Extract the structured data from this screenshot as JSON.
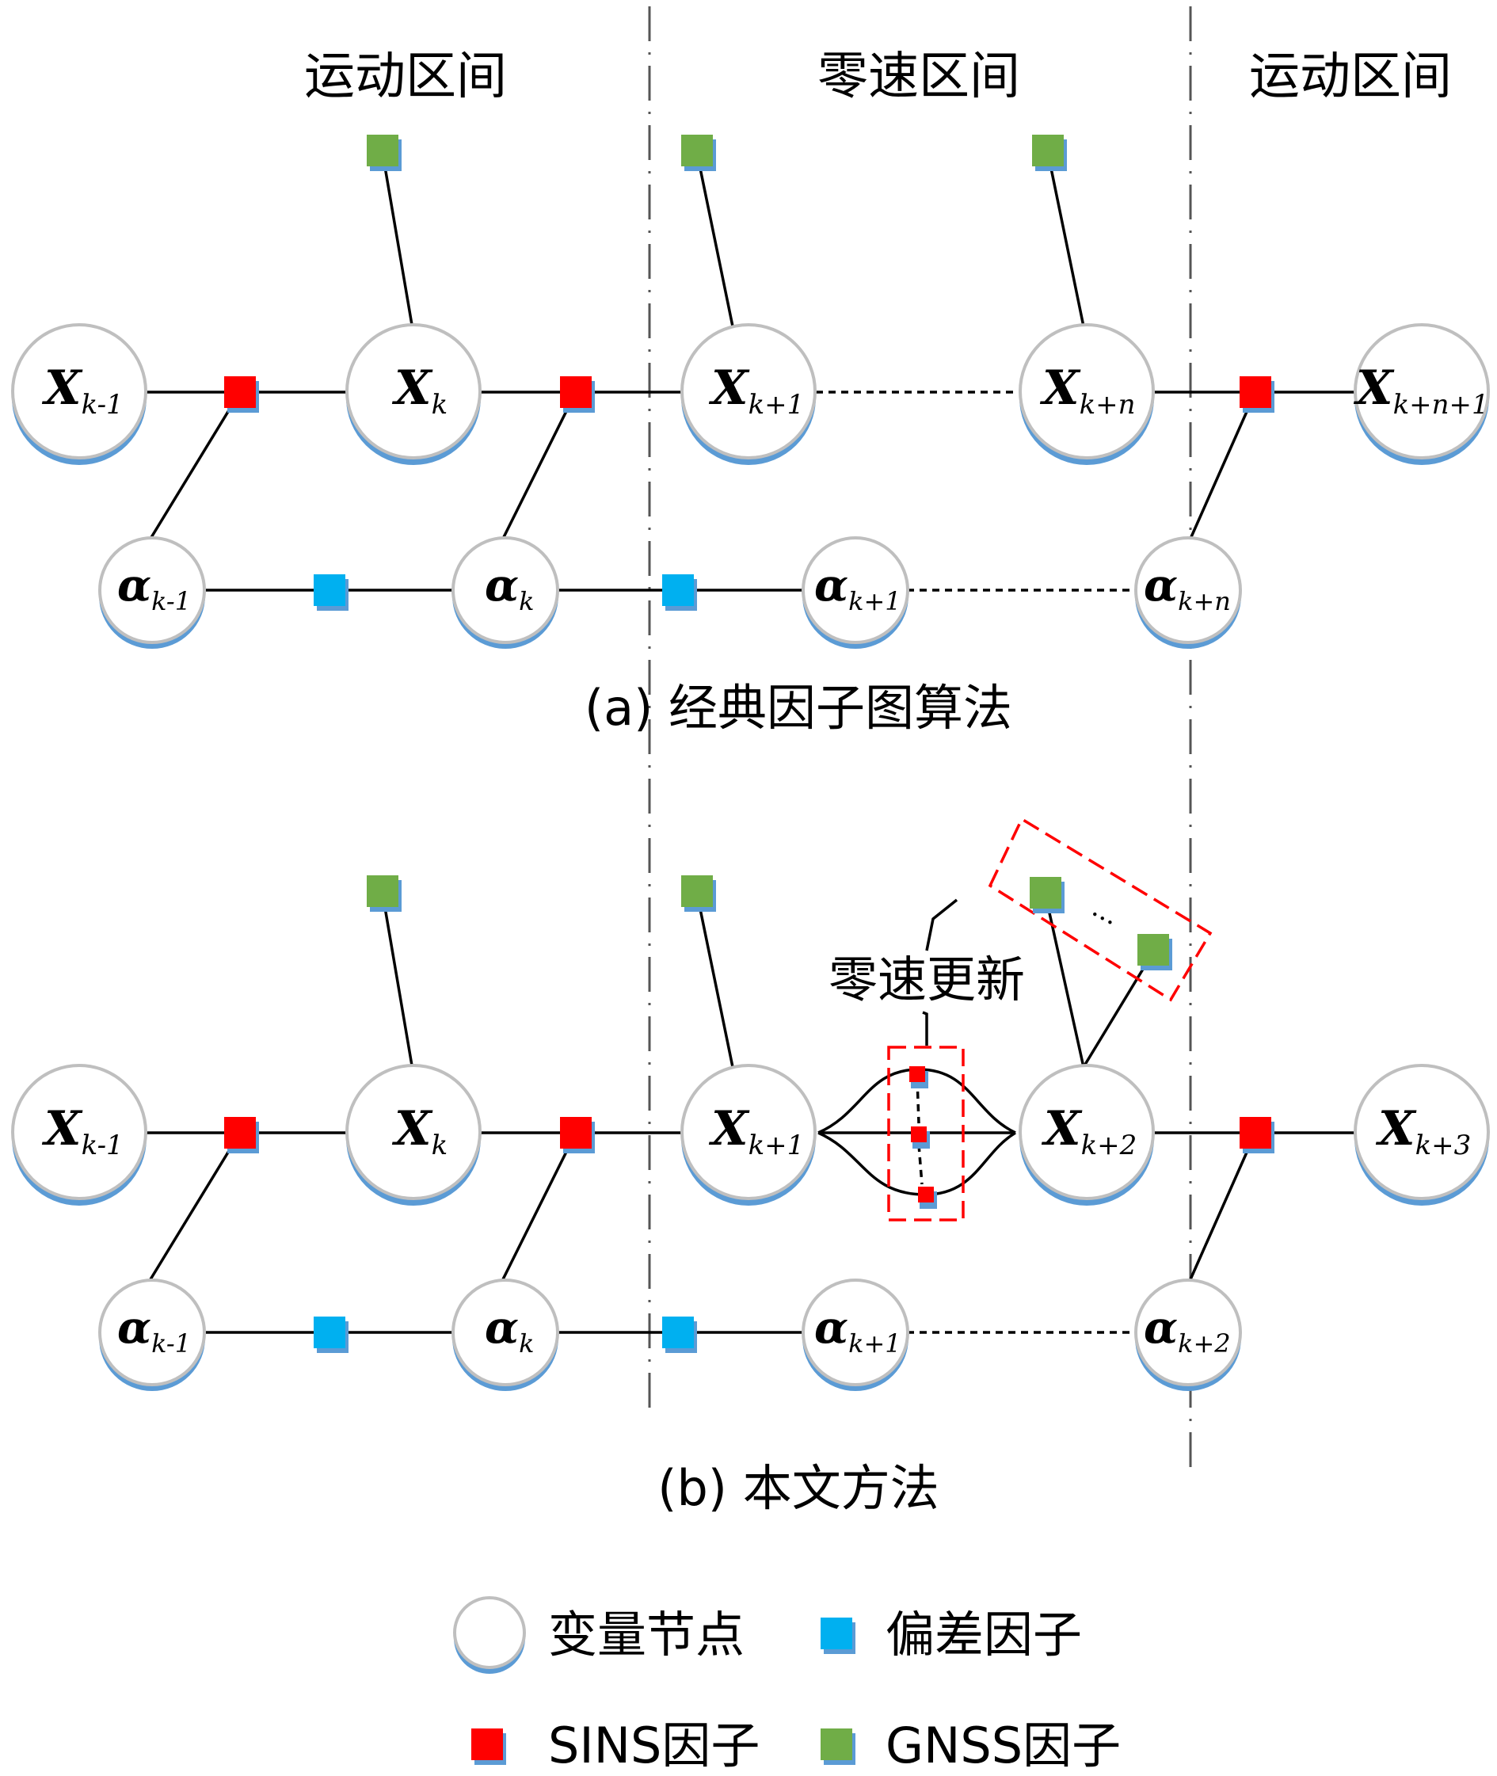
{
  "headers": {
    "left": "运动区间",
    "middle": "零速区间",
    "right": "运动区间"
  },
  "captions": {
    "a": "(a) 经典因子图算法",
    "b": "(b) 本文方法"
  },
  "annotation": "零速更新",
  "ellipsis": "···",
  "diagram_a": {
    "state_nodes": [
      {
        "base": "X",
        "sub": "k-1"
      },
      {
        "base": "X",
        "sub": "k"
      },
      {
        "base": "X",
        "sub": "k+1"
      },
      {
        "base": "X",
        "sub": "k+n"
      },
      {
        "base": "X",
        "sub": "k+n+1"
      }
    ],
    "bias_nodes": [
      {
        "base": "α",
        "sub": "k-1"
      },
      {
        "base": "α",
        "sub": "k"
      },
      {
        "base": "α",
        "sub": "k+1"
      },
      {
        "base": "α",
        "sub": "k+n"
      }
    ]
  },
  "diagram_b": {
    "state_nodes": [
      {
        "base": "X",
        "sub": "k-1"
      },
      {
        "base": "X",
        "sub": "k"
      },
      {
        "base": "X",
        "sub": "k+1"
      },
      {
        "base": "X",
        "sub": "k+2"
      },
      {
        "base": "X",
        "sub": "k+3"
      }
    ],
    "bias_nodes": [
      {
        "base": "α",
        "sub": "k-1"
      },
      {
        "base": "α",
        "sub": "k"
      },
      {
        "base": "α",
        "sub": "k+1"
      },
      {
        "base": "α",
        "sub": "k+2"
      }
    ]
  },
  "legend": {
    "variable_node": "变量节点",
    "bias_factor": "偏差因子",
    "sins_factor": "SINS因子",
    "gnss_factor": "GNSS因子"
  },
  "colors": {
    "sins": "#ff0000",
    "bias": "#00b0f0",
    "gnss": "#70ad47",
    "node_fill": "#ffffff",
    "node_border": "#bfbfbf",
    "node_shadow": "#5b9bd5",
    "highlight": "#ff0000"
  }
}
